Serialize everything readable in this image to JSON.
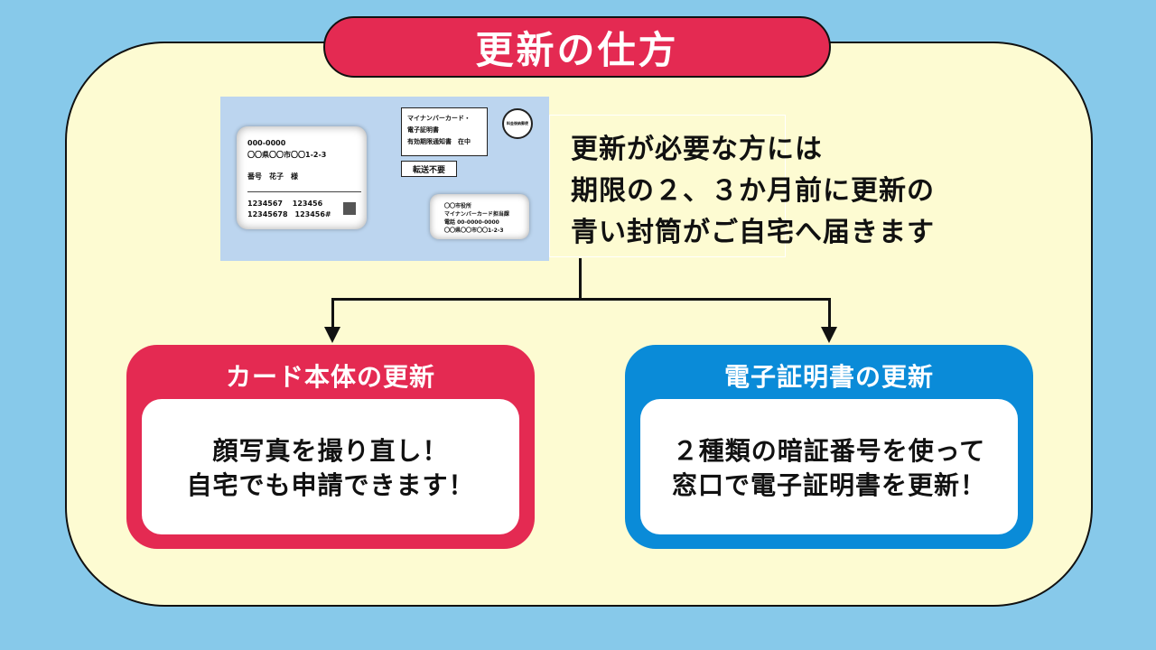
{
  "title": "更新の仕方",
  "envelope": {
    "postal_code": "000-0000",
    "address": "〇〇県〇〇市〇〇1-2-3",
    "recipient": "番号　花子　様",
    "code_row1": "1234567　 123456",
    "code_row2": "12345678　123456#",
    "notice_title_line1": "マイナンバーカード・",
    "notice_title_line2": "電子証明書",
    "notice_title_line3": "有効期限通知書　在中",
    "no_forward": "転送不要",
    "stamp": "料金後納郵便",
    "sender_line1": "〇〇市役所",
    "sender_line2": "マイナンバーカード担当課",
    "sender_line3": "電話 00-0000-0000",
    "sender_line4": "〇〇県〇〇市〇〇1-2-3"
  },
  "description": [
    "更新が必要な方には",
    "期限の２、３か月前に更新の",
    "青い封筒がご自宅へ届きます"
  ],
  "card_renewal": {
    "title": "カード本体の更新",
    "lines": [
      "顔写真を撮り直し！",
      "自宅でも申請できます！"
    ],
    "color": "#e42a52"
  },
  "cert_renewal": {
    "title": "電子証明書の更新",
    "lines": [
      "２種類の暗証番号を使って",
      "窓口で電子証明書を更新！"
    ],
    "color": "#0a8bd8"
  }
}
